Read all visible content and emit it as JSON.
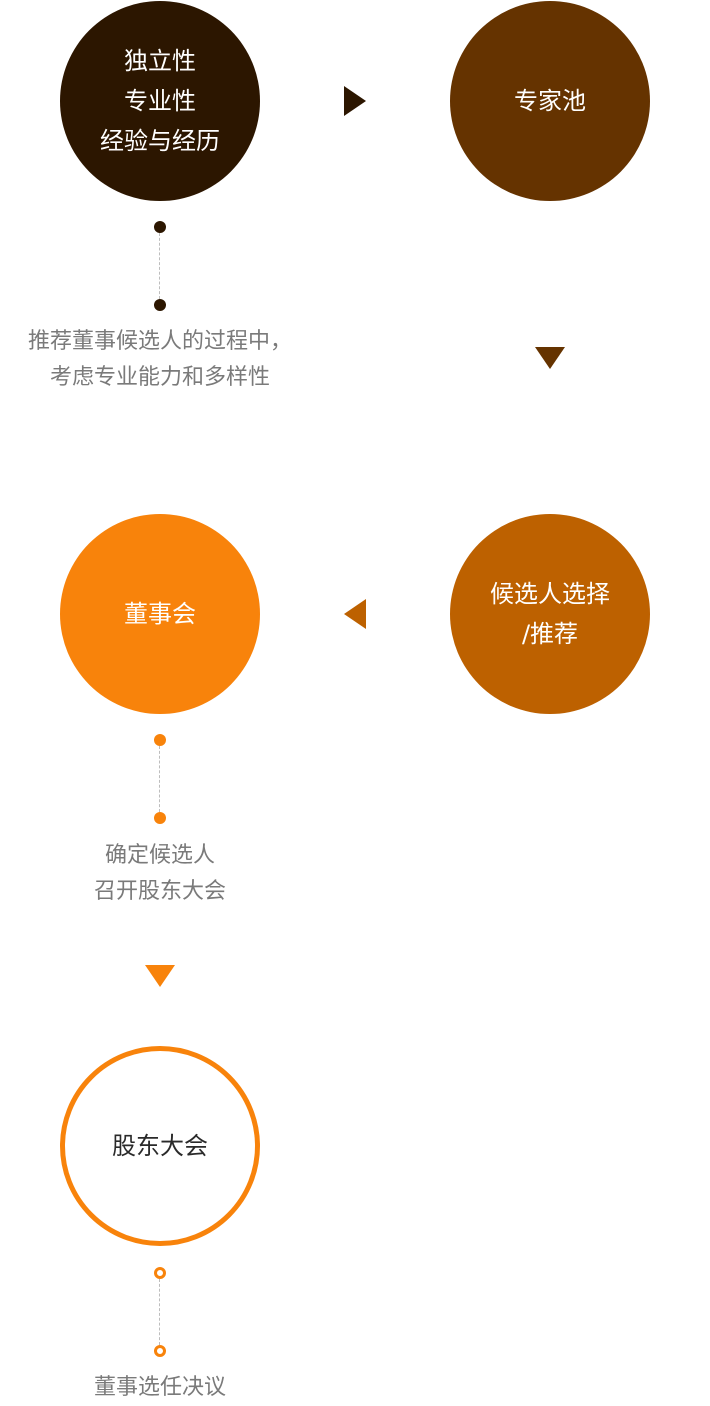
{
  "colors": {
    "step1": "#2c1600",
    "step2": "#653300",
    "step3": "#bd6100",
    "step4": "#f8830b",
    "step5_border": "#f8830b"
  },
  "steps": [
    {
      "lines": [
        "独立性",
        "专业性",
        "经验与经历"
      ]
    },
    {
      "lines": [
        "专家池"
      ]
    },
    {
      "lines": [
        "候选人选择",
        "/推荐"
      ]
    },
    {
      "lines": [
        "董事会"
      ]
    },
    {
      "lines": [
        "股东大会"
      ]
    }
  ],
  "notes": [
    {
      "lines": [
        "推荐董事候选人的过程中，",
        "考虑专业能力和多样性"
      ]
    },
    {
      "lines": [
        "确定候选人",
        "召开股东大会"
      ]
    },
    {
      "lines": [
        "董事选任决议"
      ]
    }
  ]
}
